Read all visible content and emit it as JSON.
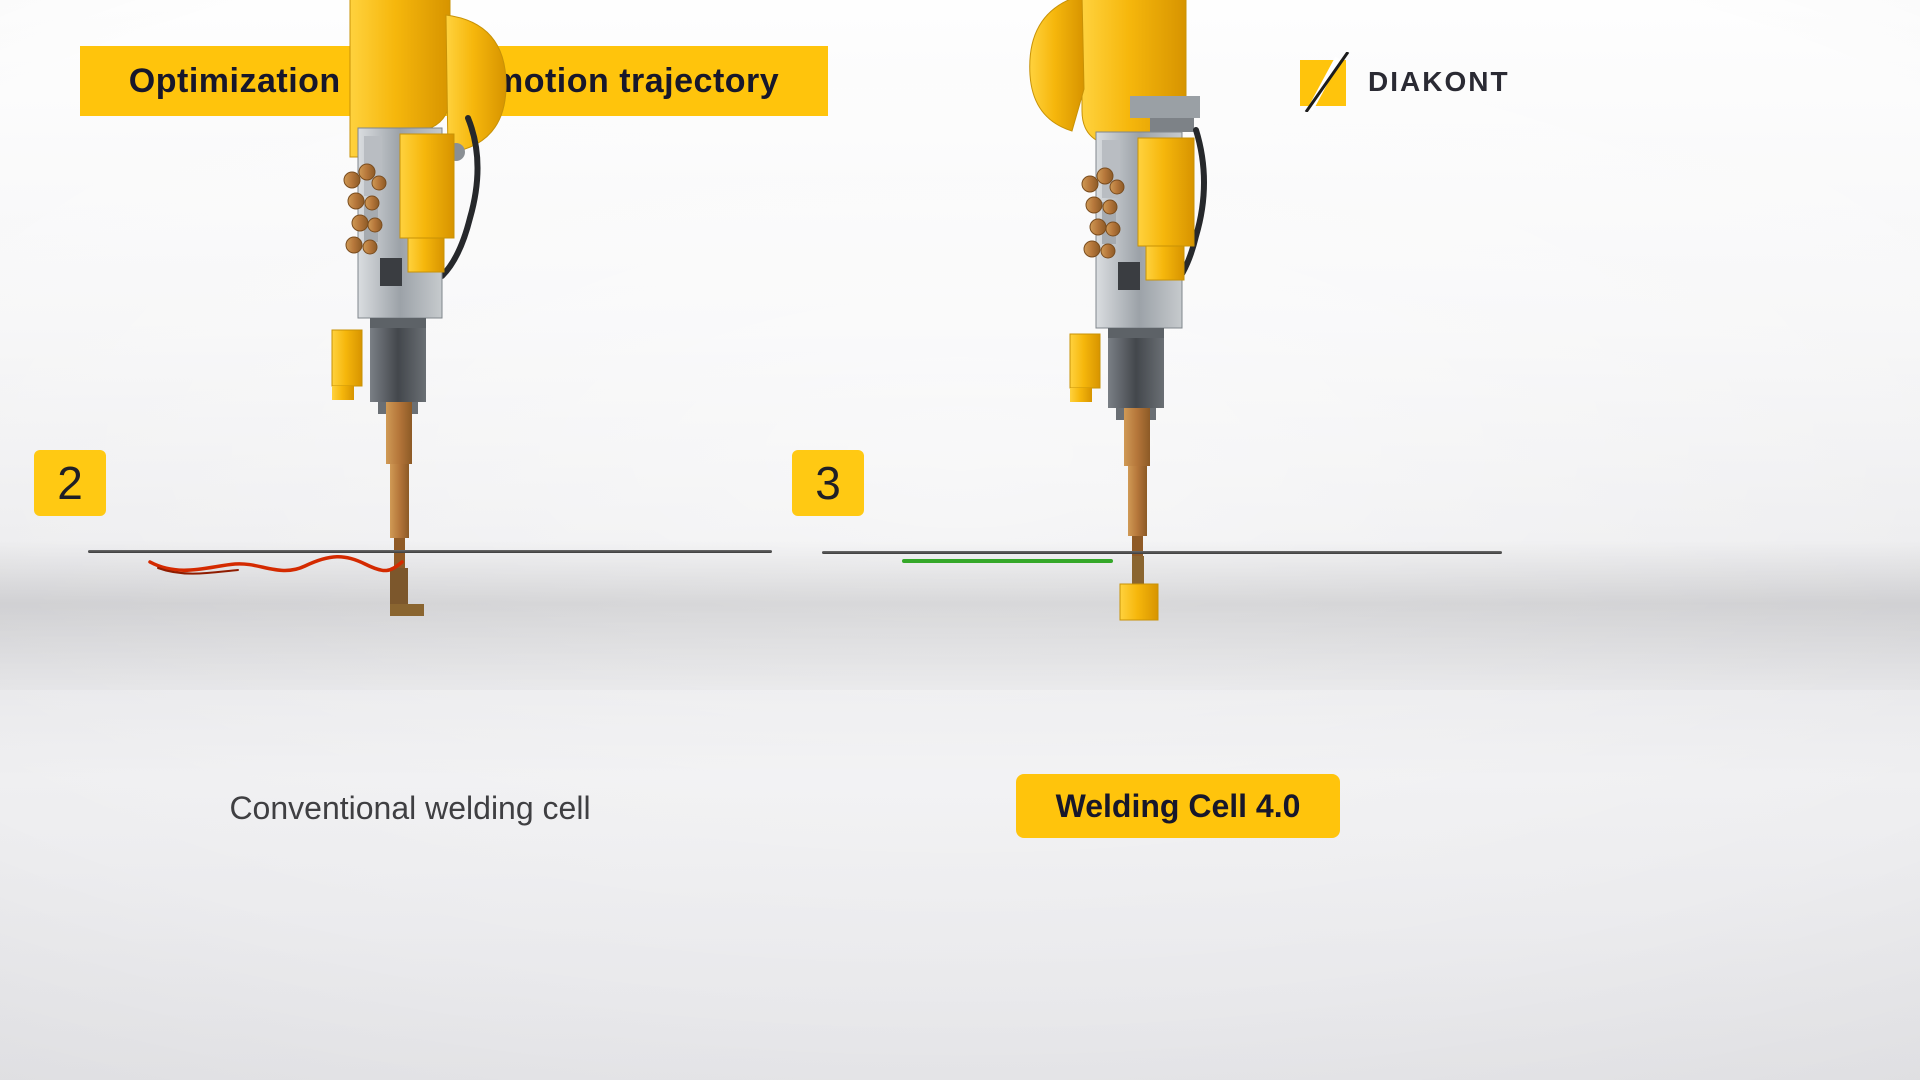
{
  "header": {
    "title": "Optimization of robot motion trajectory",
    "logo_text": "DIAKONT",
    "logo_icon": "diakont-slash-icon"
  },
  "panels": {
    "left": {
      "badge": "2",
      "caption": "Conventional welding cell",
      "trajectory_shape": "irregular-wavy"
    },
    "right": {
      "badge": "3",
      "caption": "Welding Cell 4.0",
      "trajectory_shape": "straight"
    }
  },
  "colors": {
    "accent_yellow": "#FFC40C",
    "badge_yellow": "#FFC913",
    "text_dark": "#17172B",
    "caption_gray": "#3F3F42",
    "trajectory_red": "#D42A00",
    "trajectory_green": "#35A829",
    "robot_yellow": "#F6B70C",
    "torch_copper": "#B5763A",
    "workpiece_line": "#3C3C3C"
  }
}
